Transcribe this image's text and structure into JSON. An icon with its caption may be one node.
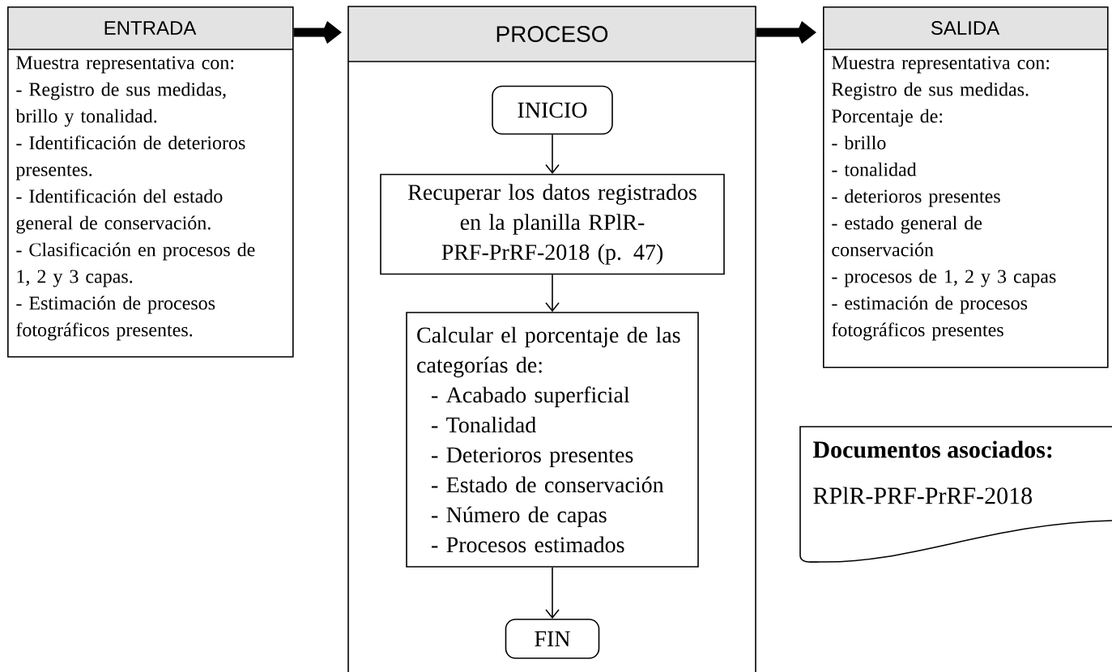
{
  "diagram": {
    "nodes": [
      {
        "text": [
          "ENTRADA",
          "Muestra representativa con:",
          "- Registro de sus medidas, brillo y tonalidad.",
          "- Identificación de deterioros presentes.",
          "- Identificación del estado general de conservación.",
          "- Clasificación en procesos de 1, 2 y 3 capas.",
          "- Estimación de procesos fotográficos presentes."
        ]
      },
      {
        "text": [
          "PROCESO"
        ]
      },
      {
        "text": [
          "INICIO"
        ],
        "in": 1
      },
      {
        "text": [
          "Recuperar los datos registrados en la planilla RPlR-PRF-PrRF-2018 (p. 47)"
        ],
        "in": 1
      },
      {
        "text": [
          "Calcular el porcentaje de las categorías de:",
          "- Acabado superficial",
          "- Tonalidad",
          "- Deterioros presentes",
          "- Estado de conservación",
          "- Número de capas",
          "- Procesos estimados"
        ],
        "in": 1
      },
      {
        "text": [
          "FIN"
        ],
        "in": 1
      },
      {
        "text": [
          "SALIDA",
          "Muestra representativa con:",
          "Registro de sus medidas.",
          "Porcentaje de:",
          "- brillo",
          "- tonalidad",
          "- deterioros presentes",
          "- estado general de conservación",
          "- procesos de 1, 2 y 3 capas",
          "- estimación de procesos fotográficos presentes"
        ]
      },
      {
        "text": [
          "Documentos asociados:",
          "RPlR-PRF-PrRF-2018"
        ]
      }
    ],
    "edges": [
      {
        "from": 0,
        "to": 1,
        "arrow": "to",
        "style": "thick"
      },
      {
        "from": 1,
        "to": 6,
        "arrow": "to",
        "style": "thick"
      },
      {
        "from": 2,
        "to": 3,
        "arrow": "to"
      },
      {
        "from": 3,
        "to": 4,
        "arrow": "to"
      },
      {
        "from": 4,
        "to": 5,
        "arrow": "to"
      }
    ]
  }
}
